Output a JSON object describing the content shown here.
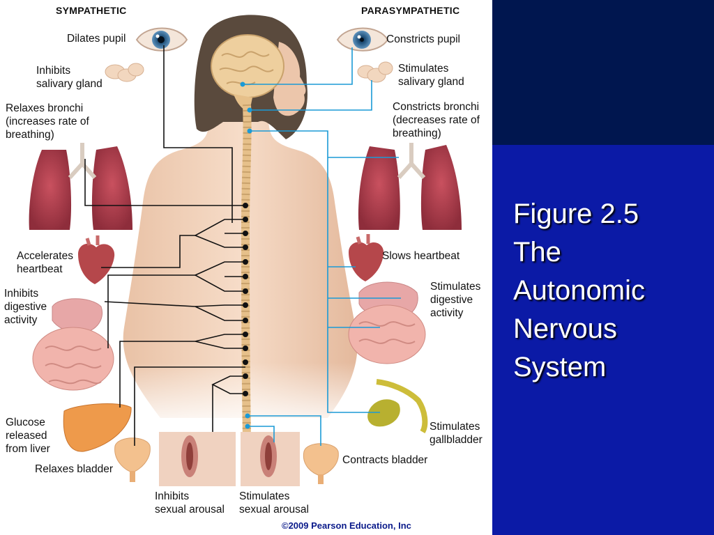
{
  "headers": {
    "sympathetic": "SYMPATHETIC",
    "parasympathetic": "PARASYMPATHETIC"
  },
  "sympathetic_labels": {
    "dilates_pupil": "Dilates pupil",
    "inhibits_salivary": "Inhibits\nsalivary gland",
    "relaxes_bronchi": "Relaxes bronchi\n(increases rate of\nbreathing)",
    "accelerates_heartbeat": "Accelerates\nheartbeat",
    "inhibits_digestive": "Inhibits\ndigestive\nactivity",
    "glucose_liver": "Glucose\nreleased\nfrom liver",
    "relaxes_bladder": "Relaxes bladder",
    "inhibits_arousal": "Inhibits\nsexual arousal"
  },
  "parasympathetic_labels": {
    "constricts_pupil": "Constricts pupil",
    "stimulates_salivary": "Stimulates\nsalivary gland",
    "constricts_bronchi": "Constricts bronchi\n(decreases rate of\nbreathing)",
    "slows_heartbeat": "Slows heartbeat",
    "stimulates_digestive": "Stimulates\ndigestive\nactivity",
    "stimulates_gallbladder": "Stimulates\ngallbladder",
    "contracts_bladder": "Contracts bladder",
    "stimulates_arousal": "Stimulates\nsexual arousal"
  },
  "copyright": "©2009 Pearson Education, Inc",
  "slide_title": [
    "Figure 2.5",
    "The",
    "Autonomic",
    "Nervous",
    "System"
  ],
  "colors": {
    "sympathetic_line": "#111111",
    "parasympathetic_line": "#1a9ad6",
    "panel_top": "#00164f",
    "panel_bottom": "#0b1aa6",
    "title_text": "#ffffff",
    "copyright_text": "#0a1a8a"
  }
}
